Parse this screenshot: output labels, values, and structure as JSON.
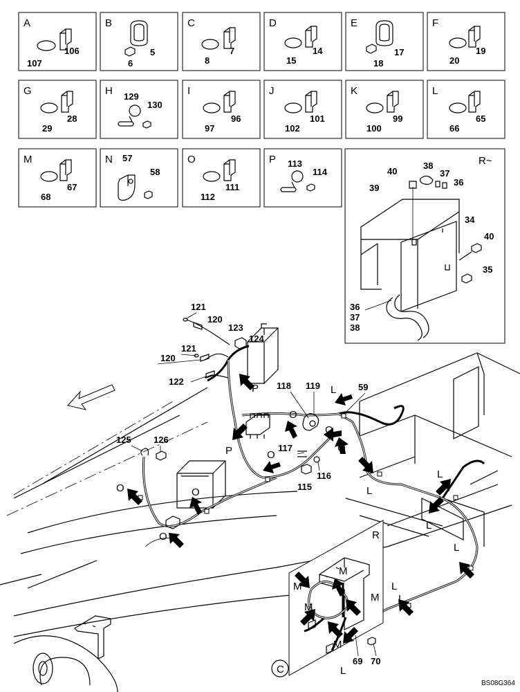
{
  "detail_boxes": [
    {
      "letter": "A",
      "parts": [
        "107",
        "106"
      ]
    },
    {
      "letter": "B",
      "parts": [
        "5",
        "6"
      ]
    },
    {
      "letter": "C",
      "parts": [
        "8",
        "7"
      ]
    },
    {
      "letter": "D",
      "parts": [
        "15",
        "14"
      ]
    },
    {
      "letter": "E",
      "parts": [
        "17",
        "18"
      ]
    },
    {
      "letter": "F",
      "parts": [
        "20",
        "19"
      ]
    },
    {
      "letter": "G",
      "parts": [
        "29",
        "28"
      ]
    },
    {
      "letter": "H",
      "parts": [
        "129",
        "130"
      ]
    },
    {
      "letter": "I",
      "parts": [
        "97",
        "96"
      ]
    },
    {
      "letter": "J",
      "parts": [
        "102",
        "101"
      ]
    },
    {
      "letter": "K",
      "parts": [
        "100",
        "99"
      ]
    },
    {
      "letter": "L",
      "parts": [
        "66",
        "65"
      ]
    },
    {
      "letter": "M",
      "parts": [
        "68",
        "67"
      ]
    },
    {
      "letter": "N",
      "parts": [
        "57",
        "58"
      ]
    },
    {
      "letter": "O",
      "parts": [
        "112",
        "111"
      ]
    },
    {
      "letter": "P",
      "parts": [
        "113",
        "114"
      ]
    }
  ],
  "detail_r": {
    "title": "R~",
    "parts": [
      "40",
      "38",
      "37",
      "36",
      "39",
      "34",
      "40",
      "35",
      "36",
      "37",
      "38"
    ]
  },
  "main_parts": [
    "121",
    "120",
    "123",
    "124",
    "121",
    "120",
    "122",
    "118",
    "119",
    "59",
    "125",
    "126",
    "117",
    "116",
    "115",
    "69",
    "70"
  ],
  "callouts": [
    "P",
    "P",
    "O",
    "O",
    "O",
    "O",
    "O",
    "O",
    "O",
    "L",
    "L",
    "L",
    "L",
    "L",
    "L",
    "L",
    "L",
    "M",
    "M",
    "M",
    "M",
    "M",
    "M",
    "R",
    "C"
  ],
  "reference": "BS08G364"
}
